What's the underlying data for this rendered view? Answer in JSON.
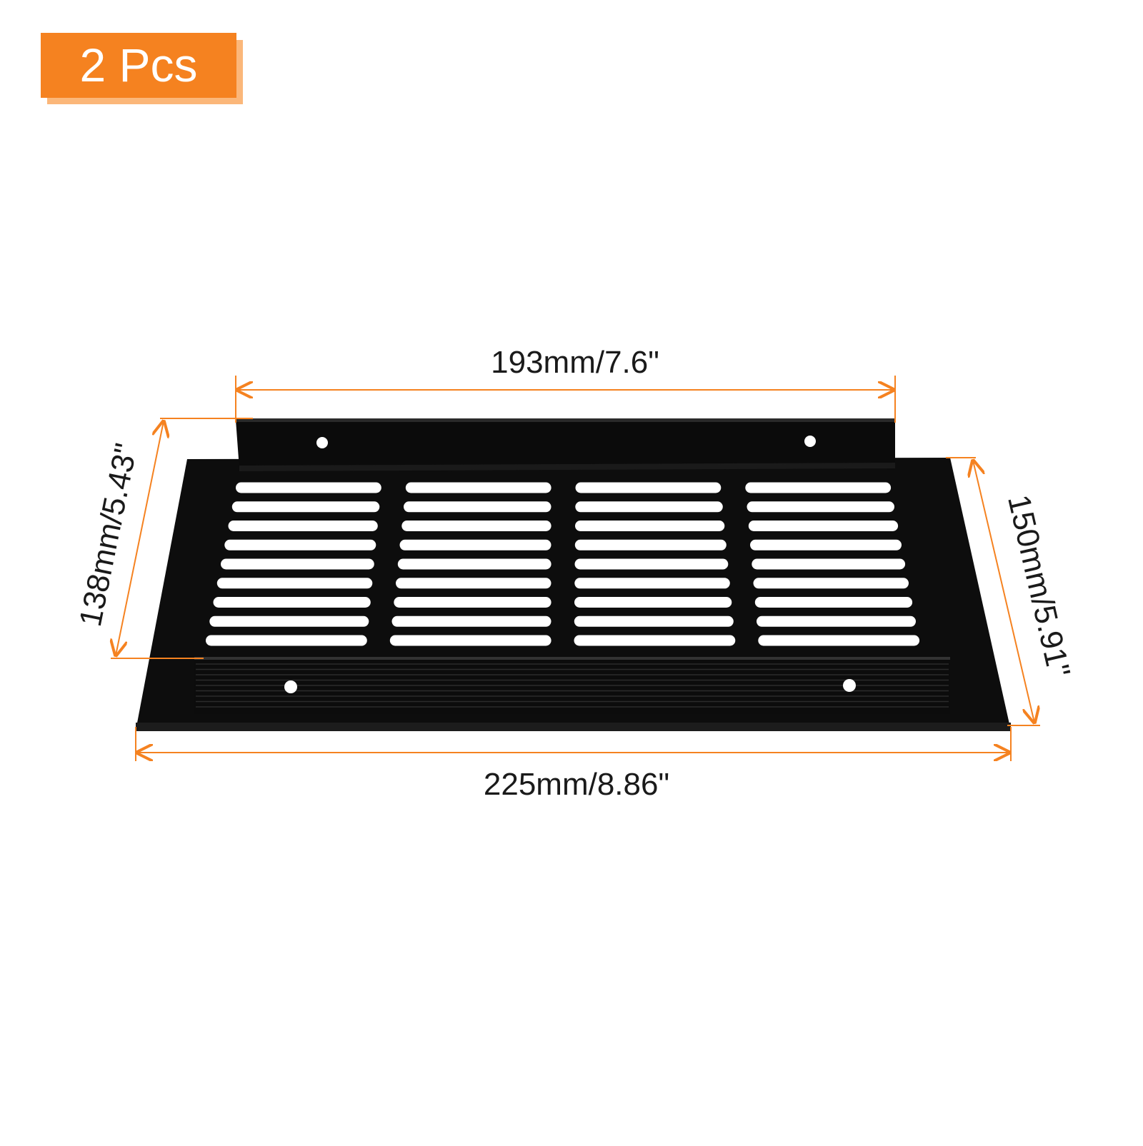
{
  "badge": {
    "label": "2 Pcs"
  },
  "dimensions": {
    "top_width": "193mm/7.6\"",
    "bottom_width": "225mm/8.86\"",
    "left_depth": "138mm/5.43\"",
    "right_depth": "150mm/5.91\""
  },
  "colors": {
    "accent": "#f58220",
    "product": "#0d0d0d",
    "dimension_line": "#f58220",
    "text": "#1a1a1a"
  },
  "icons": {
    "badge": "quantity-badge",
    "arrow": "dimension-arrow"
  }
}
